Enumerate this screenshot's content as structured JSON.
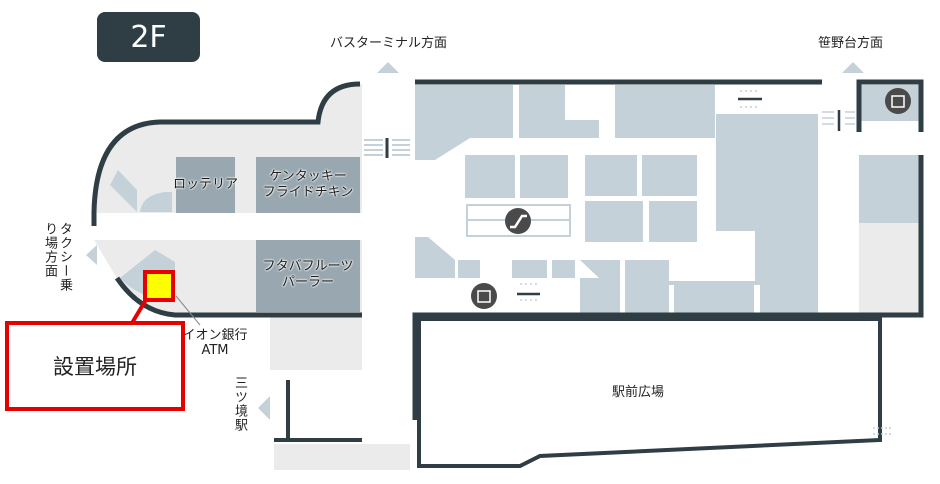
{
  "floor": "2F",
  "directions": {
    "bus_terminal": "バスターミナル方面",
    "sasanodai": "笹野台方面",
    "taxi": "タクシー乗り場方面",
    "mitsukyo": "三ツ境駅"
  },
  "shops": {
    "lotteria": "ロッテリア",
    "kfc_line1": "ケンタッキー",
    "kfc_line2": "フライドチキン",
    "futaba_line1": "フタバフルーツ",
    "futaba_line2": "パーラー"
  },
  "atm": {
    "line1": "イオン銀行",
    "line2": "ATM"
  },
  "plaza": "駅前広場",
  "callout": "設置場所",
  "colors": {
    "wall": "#2f3d45",
    "shop": "#98a7b0",
    "store": "#c5d1d8",
    "floor": "#ebebeb",
    "marker": "#ffff00",
    "highlight": "#e60000"
  }
}
